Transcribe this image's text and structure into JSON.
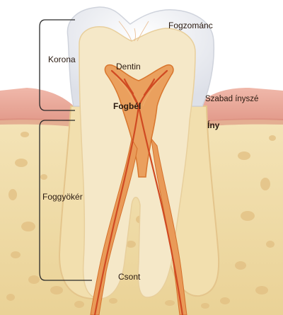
{
  "labels": {
    "enamel": "Fogzománc",
    "crown": "Korona",
    "dentin": "Dentin",
    "pulp": "Fogbél",
    "free_gum": "Szabad ínyszé",
    "gum": "Íny",
    "root": "Foggyökér",
    "bone": "Csont"
  },
  "colors": {
    "enamel": "#f6f7fa",
    "dentin": "#f4e6c6",
    "pulp": "#e9a060",
    "nerve": "#d8542a",
    "gum": "#e8a496",
    "bone": "#f0dca8",
    "bone_pore": "#e4c488",
    "bracket": "#2a2a2a"
  }
}
